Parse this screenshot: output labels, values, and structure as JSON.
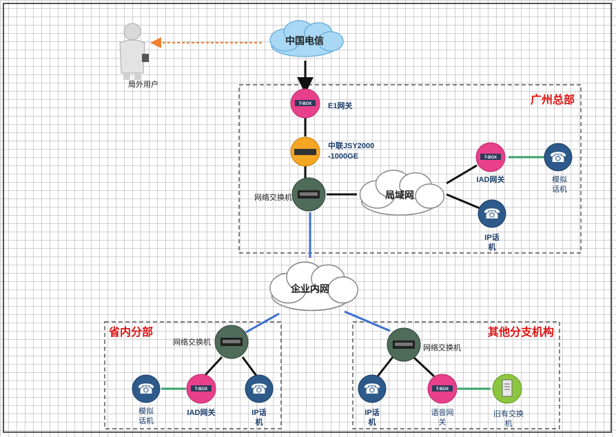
{
  "clouds": {
    "telecom": "中国电信",
    "lan": "局域网",
    "intranet": "企业内网"
  },
  "outside_user": "局外用户",
  "regions": {
    "hq": "广州总部",
    "province": "省内分部",
    "other": "其他分支机构"
  },
  "devices": {
    "e1_gateway": "E1网关",
    "jsy_line1": "中联JSY2000",
    "jsy_line2": "-1000GE",
    "hq_switch": "网络交换机",
    "hq_iad": "IAD网关",
    "hq_analog_1": "模拟",
    "hq_analog_2": "话机",
    "hq_ip_1": "IP话",
    "hq_ip_2": "机",
    "prov_switch": "网络交换机",
    "prov_analog_1": "模拟",
    "prov_analog_2": "话机",
    "prov_iad": "IAD网关",
    "prov_ip_1": "IP话",
    "prov_ip_2": "机",
    "other_switch": "网络交换机",
    "other_ip_1": "IP话",
    "other_ip_2": "机",
    "other_voice_1": "语音网",
    "other_voice_2": "关",
    "other_pbx_1": "旧有交换",
    "other_pbx_2": "机"
  },
  "tbox_text": "T-BOX",
  "colors": {
    "region_title": "#dd1111",
    "cloud_fill": "#a9d8f5",
    "gateway_pink": "#e8408a",
    "switch_green": "#4f6b5a",
    "phone_blue": "#2d5a8a",
    "link_blue": "#3a6fd0",
    "link_green": "#3aa06a",
    "link_orange": "#f08030"
  }
}
